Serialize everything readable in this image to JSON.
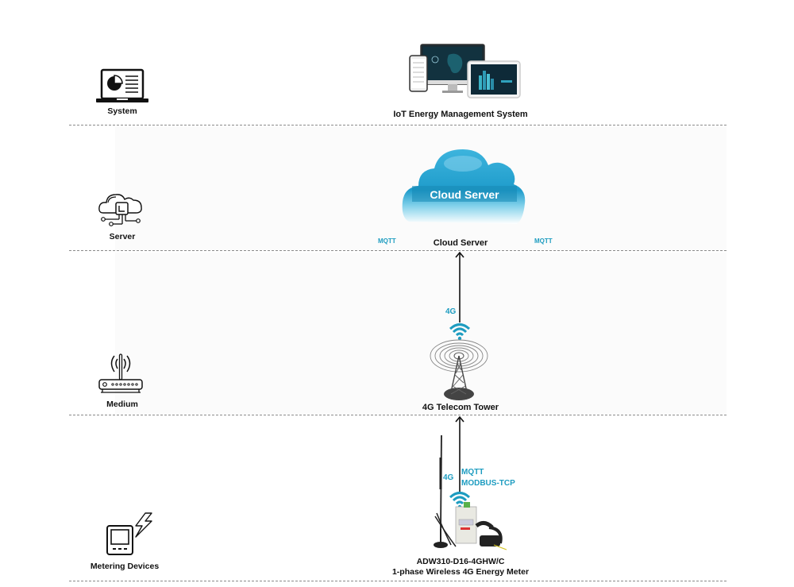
{
  "layers": [
    {
      "id": "system",
      "label": "System",
      "icon": "laptop-chart-icon"
    },
    {
      "id": "server",
      "label": "Server",
      "icon": "cloud-server-icon"
    },
    {
      "id": "medium",
      "label": "Medium",
      "icon": "router-icon"
    },
    {
      "id": "metering",
      "label": "Metering Devices",
      "icon": "meter-lightning-icon"
    }
  ],
  "system_node": {
    "caption": "IoT Energy Management System",
    "image": "devices-dashboard-image"
  },
  "cloud_node": {
    "cloud_text": "Cloud Server",
    "caption": "Cloud Server",
    "protocol_left": "MQTT",
    "protocol_right": "MQTT"
  },
  "tower_node": {
    "caption": "4G Telecom Tower",
    "link_label": "4G"
  },
  "meter_node": {
    "model": "ADW310-D16-4GHW/C",
    "description": "1-phase Wireless 4G Energy Meter",
    "link_label": "4G",
    "protocols": [
      "MQTT",
      "MODBUS-TCP"
    ]
  },
  "colors": {
    "accent": "#1d9cc0",
    "cloud": "#2aa8d3",
    "divider": "#8a8a8a",
    "text": "#111111"
  }
}
